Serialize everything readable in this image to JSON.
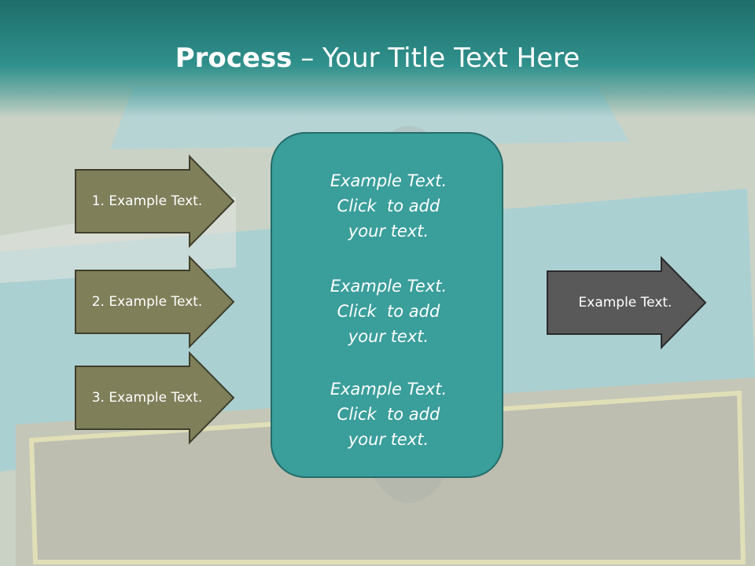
{
  "slide": {
    "title_bold": "Process",
    "title_rest": " – Your Title Text Here"
  },
  "left_arrows": [
    {
      "label": "1. Example Text."
    },
    {
      "label": "2. Example Text."
    },
    {
      "label": "3. Example Text."
    }
  ],
  "center_box": {
    "blocks": [
      {
        "line1": "Example Text.",
        "line2": "Click  to add",
        "line3": "your text."
      },
      {
        "line1": "Example Text.",
        "line2": "Click  to add",
        "line3": "your text."
      },
      {
        "line1": "Example Text.",
        "line2": "Click  to add",
        "line3": "your text."
      }
    ]
  },
  "right_arrow": {
    "label": "Example Text."
  },
  "colors": {
    "header": "#2f908c",
    "left_arrow_fill": "#7f7f5a",
    "center_box_fill": "#3a9e9b",
    "right_arrow_fill": "#595959",
    "text": "#ffffff"
  }
}
